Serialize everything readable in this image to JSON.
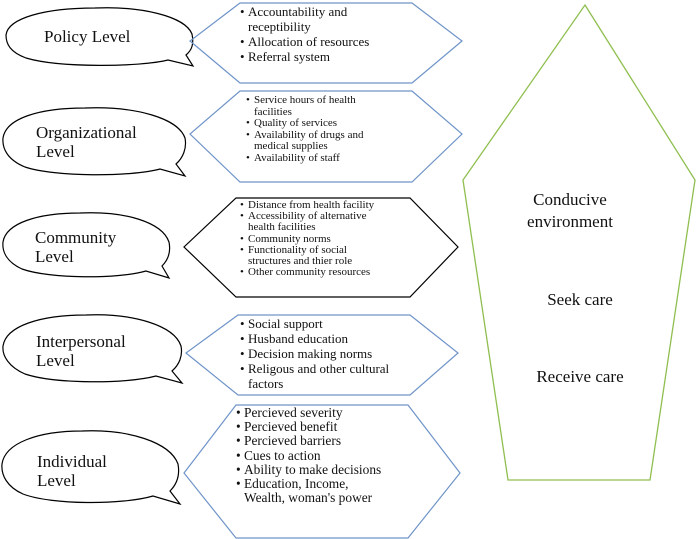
{
  "levels": [
    {
      "label_lines": [
        "Policy Level"
      ],
      "factors": [
        [
          "Accountability and",
          "receptibility"
        ],
        [
          "Allocation of resources"
        ],
        [
          "Referral system"
        ]
      ]
    },
    {
      "label_lines": [
        "Organizational",
        "Level"
      ],
      "factors": [
        [
          "Service hours of health",
          "facilities"
        ],
        [
          "Quality of services"
        ],
        [
          "Availability of drugs and",
          "medical supplies"
        ],
        [
          "Availability of staff"
        ]
      ]
    },
    {
      "label_lines": [
        "Community",
        "Level"
      ],
      "factors": [
        [
          "Distance from health facility"
        ],
        [
          "Accessibility of alternative",
          "health facilities"
        ],
        [
          "Community norms"
        ],
        [
          "Functionality of social",
          "structures and thier role"
        ],
        [
          "Other community resources"
        ]
      ]
    },
    {
      "label_lines": [
        "Interpersonal",
        "Level"
      ],
      "factors": [
        [
          "Social support"
        ],
        [
          "Husband education"
        ],
        [
          "Decision making norms"
        ],
        [
          "Religous and other cultural",
          "factors"
        ]
      ]
    },
    {
      "label_lines": [
        "Individual",
        "Level"
      ],
      "factors": [
        [
          "Percieved severity"
        ],
        [
          "Percieved benefit"
        ],
        [
          "Percieved barriers"
        ],
        [
          "Cues to action"
        ],
        [
          "Ability to make decisions"
        ],
        [
          "Education, Income,",
          "Wealth, woman's power"
        ]
      ]
    }
  ],
  "outcome": {
    "lines": [
      "Conducive",
      "environment",
      "",
      "Seek care",
      "",
      "Receive care"
    ]
  },
  "colors": {
    "bubble_stroke": "#000000",
    "hexagon_stroke_blue": "#6f94c8",
    "hexagon_stroke_black": "#000000",
    "pentagon_stroke": "#8fbf4f"
  }
}
